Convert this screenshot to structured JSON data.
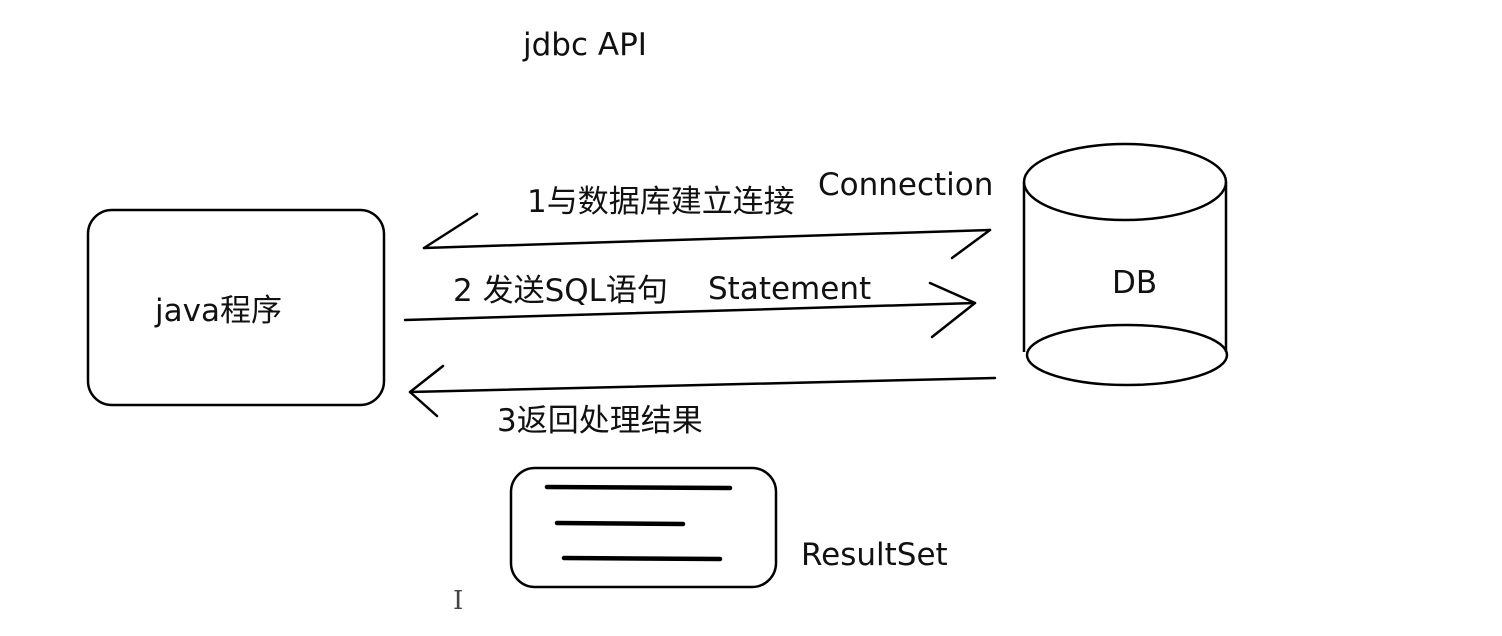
{
  "diagram": {
    "title": "jdbc API",
    "java_program": {
      "label": "java程序"
    },
    "database": {
      "label": "DB"
    },
    "steps": [
      {
        "label": "1与数据库建立连接",
        "object": "Connection",
        "direction": "left"
      },
      {
        "label": "2 发送SQL语句",
        "object": "Statement",
        "direction": "right"
      },
      {
        "label": "3返回处理结果",
        "direction": "left"
      }
    ],
    "result": {
      "label": "ResultSet",
      "icon": "document-lines-icon"
    },
    "cursor": {
      "icon": "text-cursor-icon",
      "glyph": "I"
    }
  },
  "colors": {
    "stroke": "#000000",
    "background": "#ffffff",
    "text": "#111111"
  }
}
